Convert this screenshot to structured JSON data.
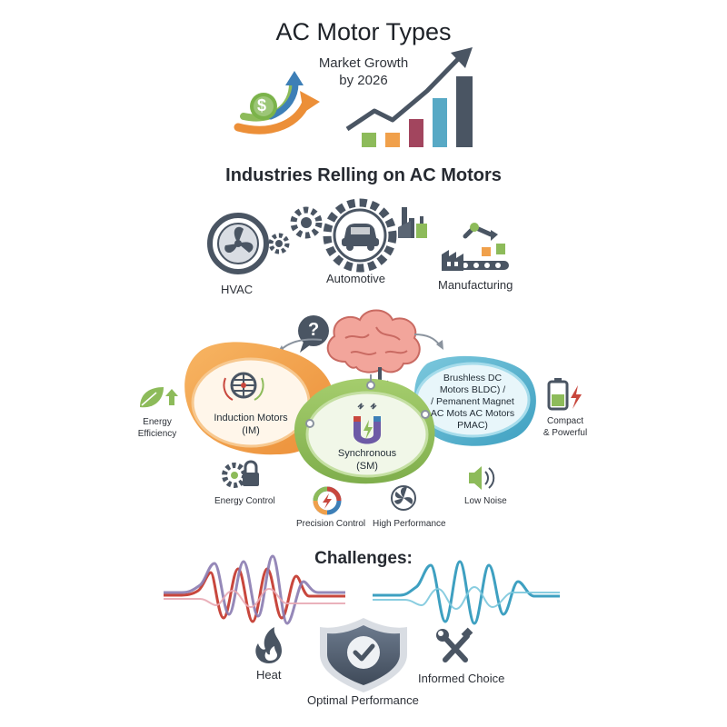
{
  "title": "AC Motor Types",
  "market": {
    "line1": "Market Growth",
    "line2": "by 2026",
    "dollar_symbol": "$"
  },
  "industries": {
    "heading": "Industries Relling on AC Motors",
    "hvac": "HVAC",
    "automotive": "Automotive",
    "manufacturing": "Manufacturing"
  },
  "motors": {
    "question_symbol": "?",
    "induction": {
      "line1": "Induction Motors",
      "line2": "(IM)"
    },
    "synchronous": {
      "line1": "Synchronous",
      "line2": "(SM)"
    },
    "bldc": {
      "line1": "Brushless DC",
      "line2": "Motors BLDC) /",
      "line3": "/ Pemanent Magnet",
      "line4": "AC Mots AC Motors",
      "line5": "PMAC)"
    }
  },
  "features": {
    "energy_efficiency": {
      "line1": "Energy",
      "line2": "Efficiency"
    },
    "compact": {
      "line1": "Compact",
      "line2": "& Powerful"
    },
    "energy_control": "Energy Control",
    "low_noise": "Low Noise",
    "precision_control": "Precision Control",
    "high_performance": "High Performance"
  },
  "challenges": {
    "heading": "Challenges:",
    "heat": "Heat",
    "optimal": "Optimal Performance",
    "informed": "Informed Choice"
  },
  "colors": {
    "orange": "#f0a04b",
    "green": "#8dbb5a",
    "teal": "#5fb7cf",
    "slate": "#4a5563",
    "red": "#c8473d",
    "purple": "#8a7bb0"
  }
}
